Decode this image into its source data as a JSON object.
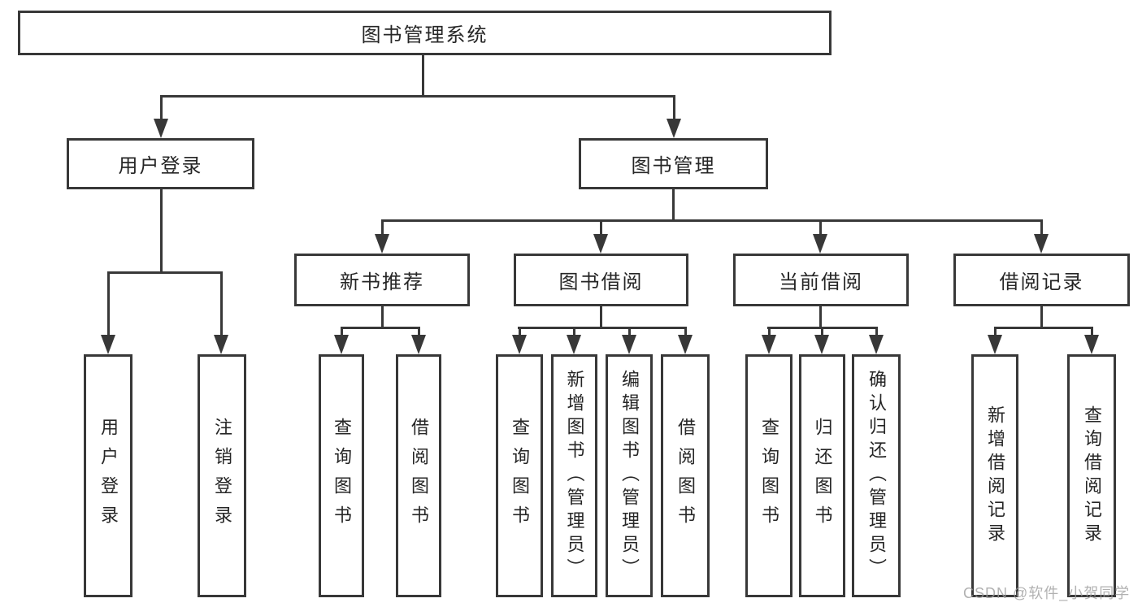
{
  "tree": {
    "label": "图书管理系统",
    "children": [
      {
        "label": "用户登录",
        "children": [
          {
            "label": "用户登录"
          },
          {
            "label": "注销登录"
          }
        ]
      },
      {
        "label": "图书管理",
        "children": [
          {
            "label": "新书推荐",
            "children": [
              {
                "label": "查询图书"
              },
              {
                "label": "借阅图书"
              }
            ]
          },
          {
            "label": "图书借阅",
            "children": [
              {
                "label": "查询图书"
              },
              {
                "label": "新增图书（管理员）"
              },
              {
                "label": "编辑图书（管理员）"
              },
              {
                "label": "借阅图书"
              }
            ]
          },
          {
            "label": "当前借阅",
            "children": [
              {
                "label": "查询图书"
              },
              {
                "label": "归还图书"
              },
              {
                "label": "确认归还（管理员）"
              }
            ]
          },
          {
            "label": "借阅记录",
            "children": [
              {
                "label": "新增借阅记录"
              },
              {
                "label": "查询借阅记录"
              }
            ]
          }
        ]
      }
    ]
  },
  "watermark": "CSDN @软件_小贺同学",
  "colors": {
    "line": "#383838",
    "box_border": "#383838",
    "text": "#262626",
    "watermark": "#9e9e9e",
    "background": "#ffffff"
  }
}
